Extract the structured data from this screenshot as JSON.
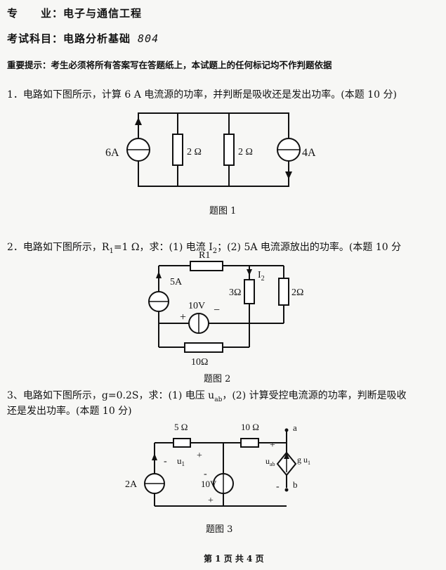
{
  "header": {
    "major_label": "专　　业：",
    "major_value": "电子与通信工程",
    "subject_label": "考试科目：",
    "subject_value": "电路分析基础",
    "subject_code": "804",
    "notice": "重要提示：考生必须将所有答案写在答题纸上，本试题上的任何标记均不作判题依据"
  },
  "questions": [
    {
      "text": "1．电路如下图所示，计算 6 A 电流源的功率，并判断是吸收还是发出功率。(本题 10 分)",
      "caption": "题图 1",
      "labels": {
        "source_left": "6A",
        "r1": "2 Ω",
        "r2": "2 Ω",
        "source_right": "4A"
      }
    },
    {
      "text_parts": [
        "2．电路如下图所示，R",
        "1",
        "=1 Ω，求：(1) 电流 I",
        "2",
        "；(2) 5A 电流源放出的功率。(本题 10 分"
      ],
      "caption": "题图 2",
      "labels": {
        "r1": "R1",
        "current_main": "I",
        "current_sub": "2",
        "source_current": "5A",
        "r_mid": "3Ω",
        "r_right": "2Ω",
        "source_voltage": "10V",
        "plus": "+",
        "minus": "−",
        "r_bottom": "10Ω"
      }
    },
    {
      "text_line1": "3、电路如下图所示，g=0.2S，求：(1) 电压  u",
      "text_sub1": "ab",
      "text_line1_rest": "，(2) 计算受控电流源的功率，判断是吸收",
      "text_line2": "还是发出功率。(本题 10 分)",
      "caption": "题图 3",
      "labels": {
        "r_left": "5 Ω",
        "r_right": "10 Ω",
        "node_a": "a",
        "node_b": "b",
        "u1_main": "u",
        "u1_sub": "1",
        "uab_main": "u",
        "uab_sub": "ab",
        "g_main": "g u",
        "g_sub": "1",
        "source_current": "2A",
        "source_voltage": "10V",
        "plus": "+",
        "minus": "-"
      }
    }
  ],
  "footer": {
    "page": "第 1 页 共 4 页"
  }
}
